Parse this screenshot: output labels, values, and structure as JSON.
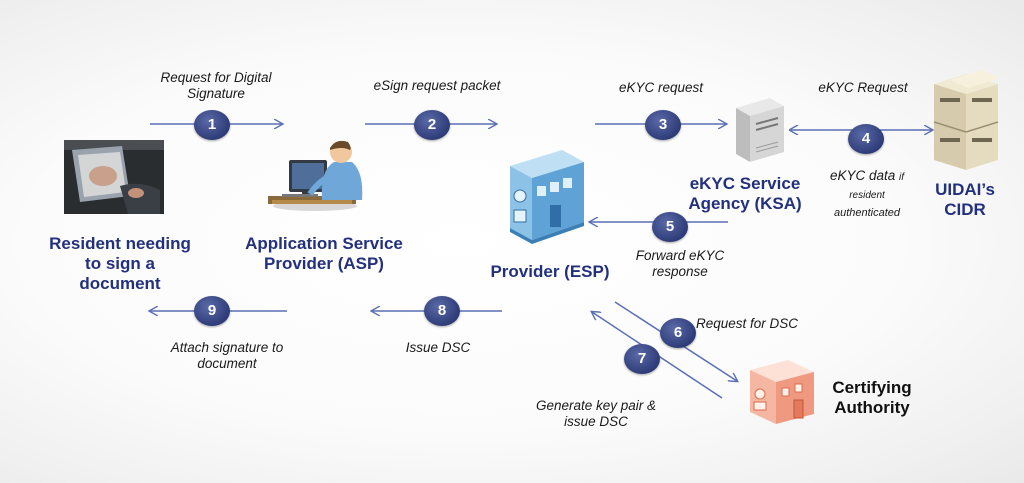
{
  "steps": [
    {
      "num": "1",
      "label_line1": "Request for Digital",
      "label_line2": "Signature"
    },
    {
      "num": "2",
      "label": "eSign request  packet"
    },
    {
      "num": "3",
      "label": "eKYC request"
    },
    {
      "num": "4",
      "label": "eKYC Request"
    },
    {
      "num": "5",
      "label_line1": "Forward eKYC",
      "label_line2": "response"
    },
    {
      "num": "6",
      "label": "Request for DSC"
    },
    {
      "num": "7",
      "label_line1": "Generate key pair &",
      "label_line2": "issue DSC"
    },
    {
      "num": "8",
      "label": "Issue DSC"
    },
    {
      "num": "9",
      "label_line1": "Attach signature to",
      "label_line2": "document"
    }
  ],
  "ekyc_data_note": {
    "line1": "eKYC data",
    "if": "if",
    "line2": "resident",
    "line3": "authenticated"
  },
  "entities": {
    "resident": {
      "line1": "Resident needing",
      "line2": "to sign a",
      "line3": "document"
    },
    "asp": {
      "line1": "Application Service",
      "line2": "Provider (ASP)"
    },
    "esp": {
      "line1": "Provider (ESP)"
    },
    "ksa": {
      "line1": "eKYC Service",
      "line2": "Agency  (KSA)"
    },
    "cidr": {
      "line1": "UIDAI’s",
      "line2": "CIDR"
    },
    "ca": {
      "line1": "Certifying",
      "line2": "Authority"
    }
  },
  "colors": {
    "entity_text": "#23307e",
    "arrow": "#5a6fb4",
    "badge": "#2e3c78",
    "ca_icon": "#e8735a",
    "esp_icon": "#4a8fc4"
  },
  "icons": [
    "kiosk-photo",
    "person-at-computer-icon",
    "building-icon",
    "server-icon",
    "server-rack-icon",
    "certifying-building-icon"
  ]
}
